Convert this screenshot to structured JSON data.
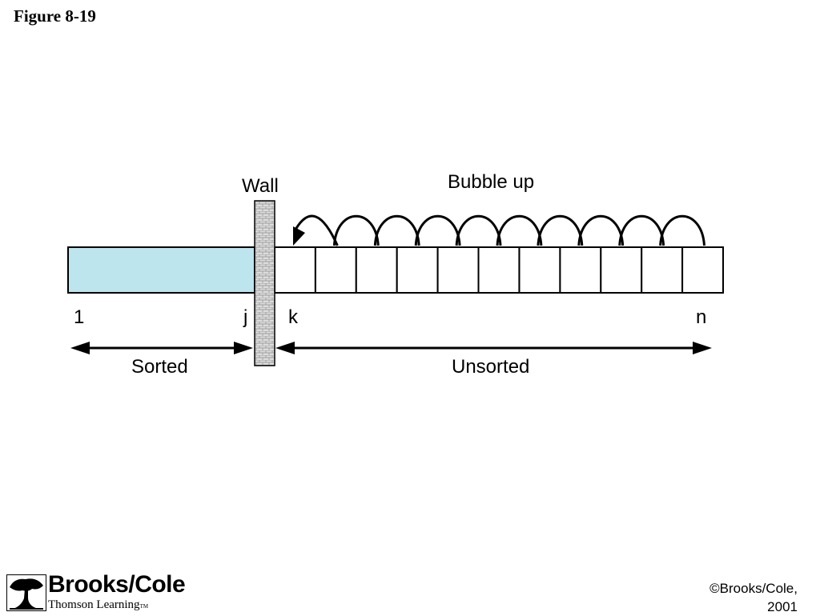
{
  "figure_title": "Figure 8-19",
  "diagram": {
    "wall_label": "Wall",
    "bubble_label": "Bubble up",
    "index_labels": {
      "first": "1",
      "wall_left": "j",
      "wall_right": "k",
      "last": "n"
    },
    "range_labels": {
      "sorted": "Sorted",
      "unsorted": "Unsorted"
    },
    "unsorted_cell_count": 11,
    "colors": {
      "sorted_fill": "#bde5ee",
      "wall_fill": "#d8d8d8",
      "line": "#000000"
    }
  },
  "footer": {
    "logo_name": "Brooks/Cole",
    "logo_sub": "Thomson Learning",
    "logo_tm": "TM",
    "copyright_line1": "©Brooks/Cole,",
    "copyright_line2": "2001"
  }
}
